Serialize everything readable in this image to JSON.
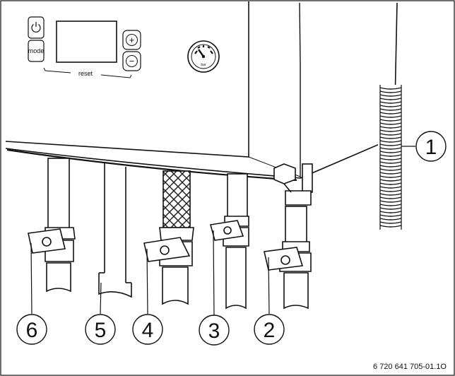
{
  "panel": {
    "power_button_icon": "power-icon",
    "mode_label": "mode",
    "plus_label": "+",
    "minus_label": "−",
    "reset_label": "reset",
    "gauge_unit": "bar",
    "gauge_icon": "pressure-gauge-icon"
  },
  "callouts": [
    {
      "label": "1",
      "item": "flexible-condensate-hose"
    },
    {
      "label": "2",
      "item": "valve-with-gas-connector"
    },
    {
      "label": "3",
      "item": "valve-pipe-3"
    },
    {
      "label": "4",
      "item": "braided-hose-valve"
    },
    {
      "label": "5",
      "item": "plain-pipe"
    },
    {
      "label": "6",
      "item": "valve-pipe-6"
    }
  ],
  "reference_code": "6 720 641 705-01.1O",
  "colors": {
    "line": "#111111",
    "mesh": "#333333",
    "background": "#ffffff"
  }
}
